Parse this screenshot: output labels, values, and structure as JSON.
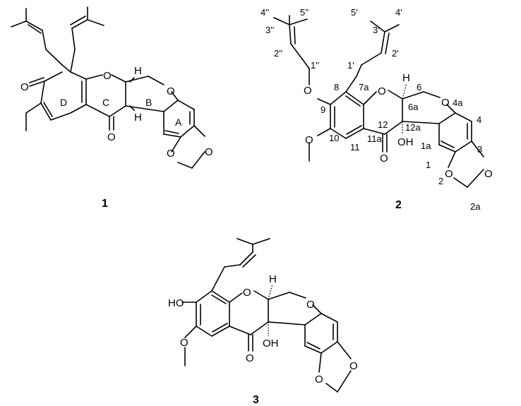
{
  "compounds": {
    "c1": {
      "id": "1",
      "atoms": {
        "o_ketone": "O",
        "o_pyranC": "O",
        "o_pyranB": "O",
        "o_carbonyl": "O",
        "o_diox_top": "O",
        "o_diox_bot": "O",
        "h_top": "H",
        "h_bot": "H"
      },
      "rings": {
        "a": "A",
        "b": "B",
        "c": "C",
        "d": "D"
      }
    },
    "c2": {
      "id": "2",
      "atoms": {
        "o_ether": "O",
        "o_pyranC": "O",
        "o_pyranB": "O",
        "o_carbonyl": "O",
        "o_diox_top": "O",
        "o_diox_bot": "O",
        "oh": "OH",
        "h_top": "H",
        "o_methoxy": "O"
      },
      "locants": [
        "4''",
        "5''",
        "3''",
        "2''",
        "1''",
        "5'",
        "3'",
        "4'",
        "2'",
        "1'",
        "8",
        "7a",
        "9",
        "6",
        "6a",
        "10",
        "12",
        "12a",
        "4a",
        "11",
        "11a",
        "1a",
        "4",
        "3",
        "1",
        "2",
        "2a"
      ]
    },
    "c3": {
      "id": "3",
      "atoms": {
        "ho": "HO",
        "o_pyranC": "O",
        "o_pyranB": "O",
        "o_carbonyl": "O",
        "o_diox_top": "O",
        "o_diox_bot": "O",
        "oh": "OH",
        "h_top": "H",
        "o_methoxy": "O"
      }
    }
  }
}
